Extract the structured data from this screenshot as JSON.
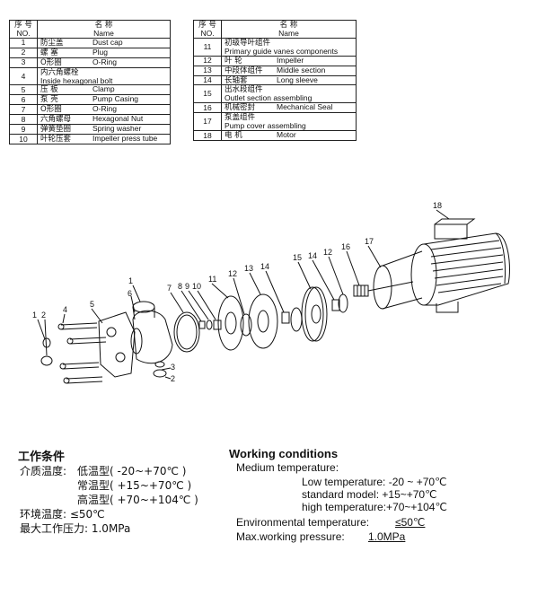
{
  "table_header": {
    "no_cn": "序 号",
    "no_en": "NO.",
    "name_cn": "名 称",
    "name_en": "Name"
  },
  "parts_left": [
    {
      "no": "1",
      "cn": "防尘盖",
      "en": "Dust cap"
    },
    {
      "no": "2",
      "cn": "螺 塞",
      "en": "Plug"
    },
    {
      "no": "3",
      "cn": "O形圈",
      "en": "O-Ring"
    },
    {
      "no": "4",
      "cn": "内六角螺栓",
      "en": "Inside hexagonal bolt"
    },
    {
      "no": "5",
      "cn": "压 板",
      "en": "Clamp"
    },
    {
      "no": "6",
      "cn": "泵 壳",
      "en": "Pump Casing"
    },
    {
      "no": "7",
      "cn": "O形圈",
      "en": "O-Ring"
    },
    {
      "no": "8",
      "cn": "六角螺母",
      "en": "Hexagonal Nut"
    },
    {
      "no": "9",
      "cn": "弹簧垫圈",
      "en": "Spring washer"
    },
    {
      "no": "10",
      "cn": "叶轮压套",
      "en": "Impeller press tube"
    }
  ],
  "parts_right": [
    {
      "no": "11",
      "cn": "初级导叶组件",
      "en": "Primary guide vanes components"
    },
    {
      "no": "12",
      "cn": "叶 轮",
      "en": "Impeller"
    },
    {
      "no": "13",
      "cn": "中段体组件",
      "en": "Middle section"
    },
    {
      "no": "14",
      "cn": "长轴套",
      "en": "Long sleeve"
    },
    {
      "no": "15",
      "cn": "出水段组件",
      "en": "Outlet section assembling"
    },
    {
      "no": "16",
      "cn": "机械密封",
      "en": "Mechanical Seal"
    },
    {
      "no": "17",
      "cn": "泵盖组件",
      "en": "Pump cover assembling"
    },
    {
      "no": "18",
      "cn": "电 机",
      "en": "Motor"
    }
  ],
  "callouts": {
    "c1a": "1",
    "c2a": "2",
    "c4": "4",
    "c5": "5",
    "c1b": "1",
    "c6": "6",
    "c7": "7",
    "c8": "8",
    "c9": "9",
    "c10": "10",
    "c11": "11",
    "c12a": "12",
    "c13": "13",
    "c14a": "14",
    "c15": "15",
    "c14b": "14",
    "c12b": "12",
    "c16": "16",
    "c17": "17",
    "c18": "18",
    "c3": "3",
    "c2b": "2"
  },
  "conditions_cn": {
    "title": "工作条件",
    "medium_label": "介质温度:",
    "low": "低温型( -20~+70℃ )",
    "normal": "常温型( +15~+70℃ )",
    "high": "高温型( +70~+104℃ )",
    "env": "环境温度: ≤50℃",
    "pressure": "最大工作压力: 1.0MPa"
  },
  "conditions_en": {
    "title": "Working conditions",
    "medium_label": "Medium temperature:",
    "low": "Low temperature: -20 ~ +70℃",
    "standard": "standard  model: +15~+70℃",
    "high": "high temperature:+70~+104℃",
    "env_label": "Environmental temperature:",
    "env_value": "≤50℃",
    "pressure_label": "Max.working pressure:",
    "pressure_value": "1.0MPa"
  }
}
